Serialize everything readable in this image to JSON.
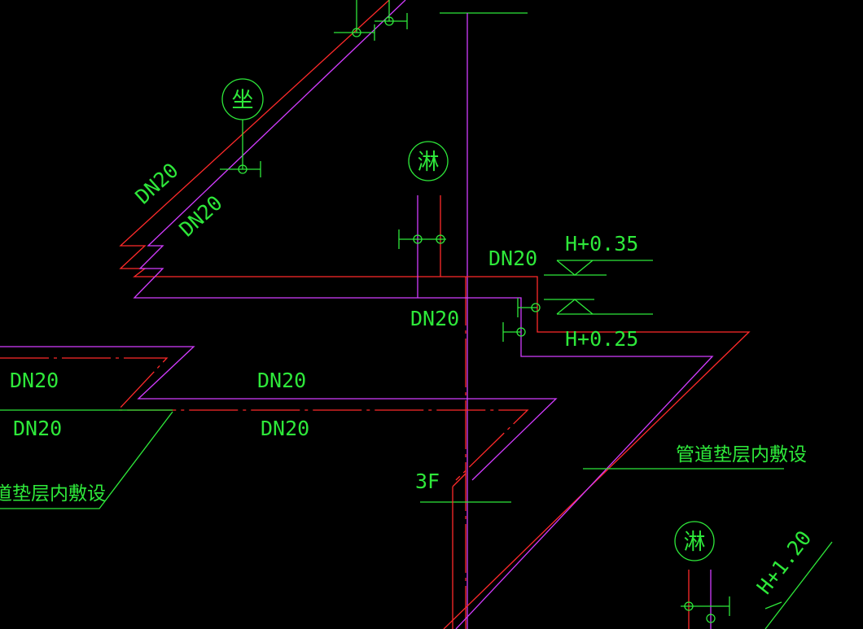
{
  "colors": {
    "background": "#000000",
    "annotation": "#2ee83a",
    "pipe_red": "#ff2a2a",
    "pipe_magenta": "#d23cff"
  },
  "labels": {
    "dn_top_diag_1": "DN20",
    "dn_top_diag_2": "DN20",
    "dn_mid_top": "DN20",
    "dn_mid_bottom": "DN20",
    "dn_left_upper_1": "DN20",
    "dn_left_upper_2": "DN20",
    "dn_left_lower_1": "DN20",
    "dn_left_lower_2": "DN20",
    "elev_1": "H+0.35",
    "elev_2": "H+0.25",
    "elev_3": "H+1.20",
    "floor": "3F",
    "note_right": "管道垫层内敷设",
    "note_left": "道垫层内敷设"
  },
  "fixtures": {
    "sit": "坐",
    "shower_1": "淋",
    "shower_2": "淋"
  }
}
